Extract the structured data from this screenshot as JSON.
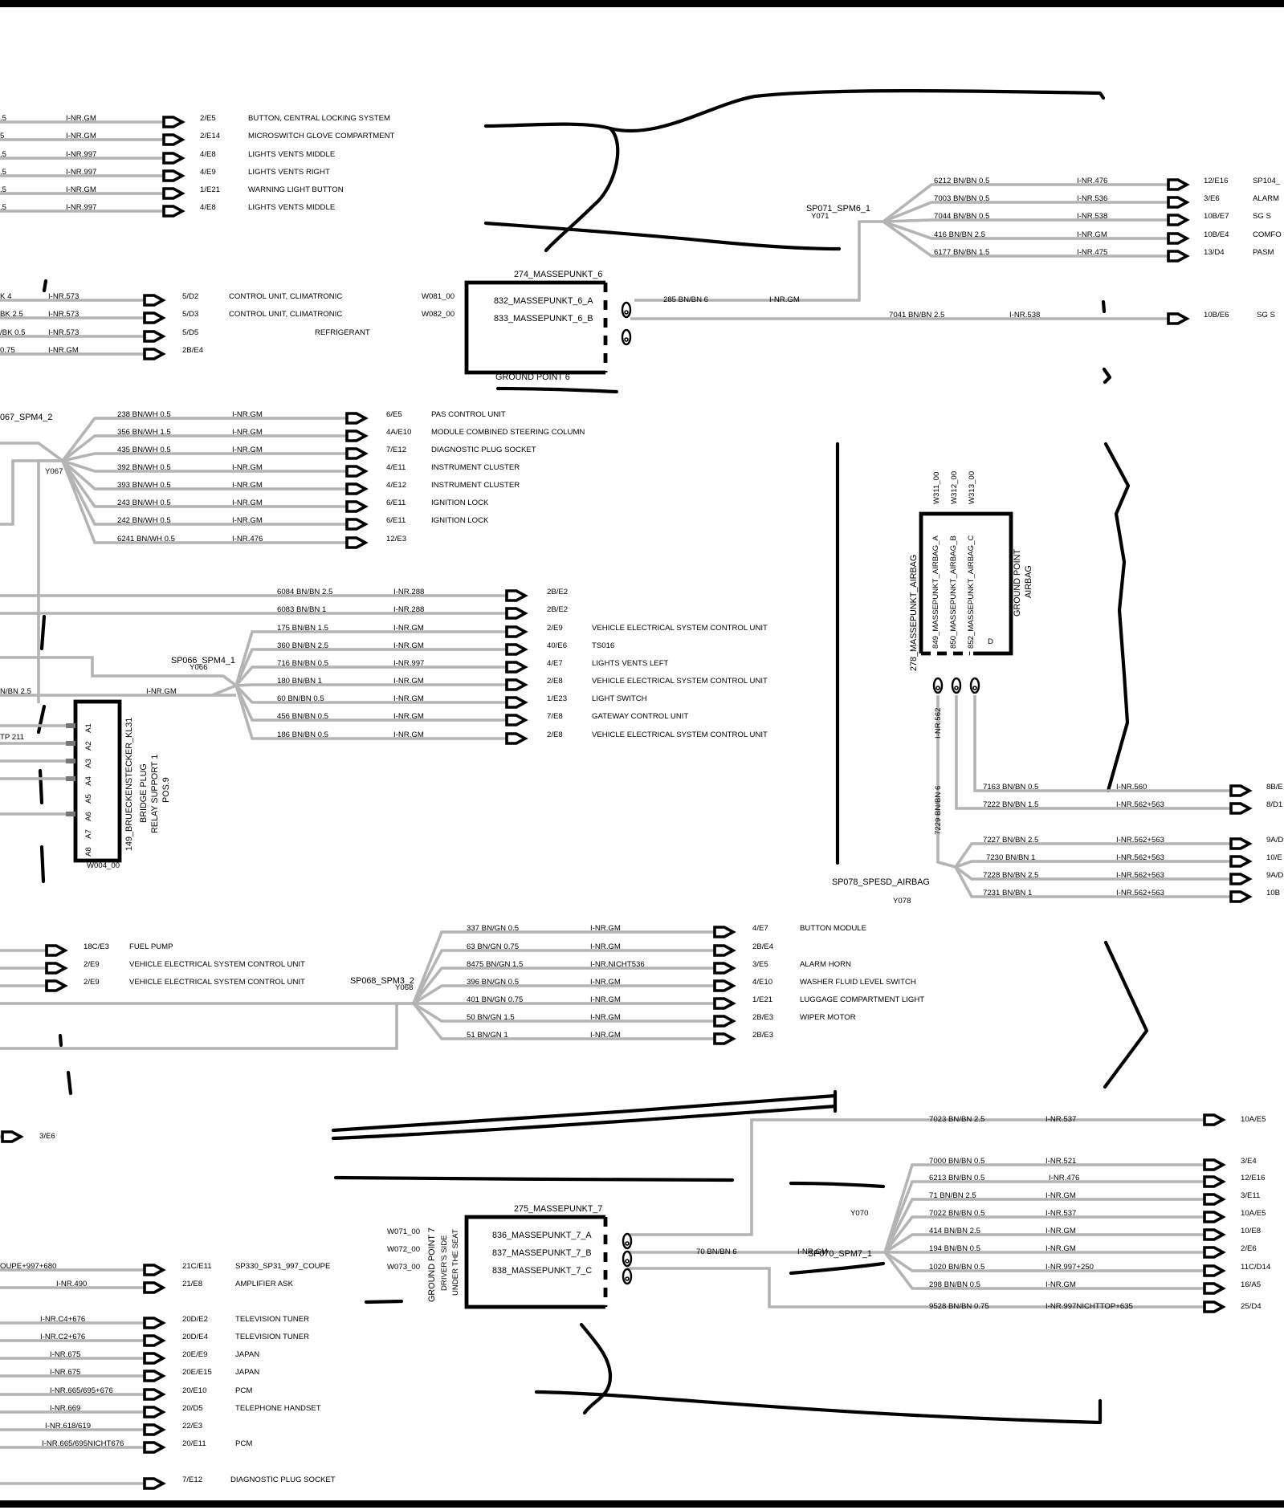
{
  "top_left_rows": [
    {
      "wire": ".5",
      "inr": "I-NR.GM",
      "ref": "2/E5",
      "dest": "BUTTON, CENTRAL LOCKING SYSTEM"
    },
    {
      "wire": "5",
      "inr": "I-NR.GM",
      "ref": "2/E14",
      "dest": "MICROSWITCH  GLOVE COMPARTMENT"
    },
    {
      "wire": ".5",
      "inr": "I-NR.997",
      "ref": "4/E8",
      "dest": "LIGHTS   VENTS  MIDDLE"
    },
    {
      "wire": ".5",
      "inr": "I-NR.997",
      "ref": "4/E9",
      "dest": "LIGHTS   VENTS  RIGHT"
    },
    {
      "wire": ".5",
      "inr": "I-NR.GM",
      "ref": "1/E21",
      "dest": "WARNING LIGHT BUTTON"
    },
    {
      "wire": ".5",
      "inr": "I-NR.997",
      "ref": "4/E8",
      "dest": "LIGHTS   VENTS  MIDDLE"
    }
  ],
  "climatronic_rows": [
    {
      "wire": "K 4",
      "inr": "I-NR.573",
      "ref": "5/D2",
      "dest": "CONTROL UNIT, CLIMATRONIC"
    },
    {
      "wire": "BK 2.5",
      "inr": "I-NR.573",
      "ref": "5/D3",
      "dest": "CONTROL UNIT, CLIMATRONIC"
    },
    {
      "wire": "/BK 0.5",
      "inr": "I-NR.573",
      "ref": "5/D5",
      "dest": "REFRIGERANT"
    },
    {
      "wire": "0.75",
      "inr": "I-NR.GM",
      "ref": "2B/E4",
      "dest": ""
    }
  ],
  "spm6": {
    "label": "SP071_SPM6_1",
    "code": "Y071",
    "rows": [
      {
        "wire": "6212 BN/BN 0.5",
        "inr": "I-NR.476",
        "ref": "12/E16",
        "dest": "SP104_"
      },
      {
        "wire": "7003 BN/BN 0.5",
        "inr": "I-NR.536",
        "ref": "3/E6",
        "dest": "ALARM"
      },
      {
        "wire": "7044 BN/BN 0.5",
        "inr": "I-NR.538",
        "ref": "10B/E7",
        "dest": "SG   S"
      },
      {
        "wire": "416 BN/BN 2.5",
        "inr": "I-NR.GM",
        "ref": "10B/E4",
        "dest": "COMFO"
      },
      {
        "wire": "6177 BN/BN 1.5",
        "inr": "I-NR.475",
        "ref": "13/D4",
        "dest": "PASM"
      }
    ],
    "extra": {
      "wire": "7041 BN/BN 2.5",
      "inr": "I-NR.538",
      "ref": "10B/E6",
      "dest": "SG   S"
    }
  },
  "gp6": {
    "title": "274_MASSEPUNKT_6",
    "a": "832_MASSEPUNKT_6_A",
    "b": "833_MASSEPUNKT_6_B",
    "caption": "GROUND POINT 6",
    "w1": "W081_00",
    "w2": "W082_00",
    "wire": "285 BN/BN 6",
    "inr": "I-NR.GM"
  },
  "spm4_2": {
    "label": "067_SPM4_2",
    "code": "Y067",
    "rows": [
      {
        "wire": "238 BN/WH 0.5",
        "inr": "I-NR.GM",
        "ref": "6/E5",
        "dest": "PAS CONTROL UNIT"
      },
      {
        "wire": "356 BN/WH 1.5",
        "inr": "I-NR.GM",
        "ref": "4A/E10",
        "dest": "MODULE  COMBINED STEERING COLUMN"
      },
      {
        "wire": "435 BN/WH 0.5",
        "inr": "I-NR.GM",
        "ref": "7/E12",
        "dest": "DIAGNOSTIC PLUG SOCKET"
      },
      {
        "wire": "392 BN/WH 0.5",
        "inr": "I-NR.GM",
        "ref": "4/E11",
        "dest": "INSTRUMENT CLUSTER"
      },
      {
        "wire": "393 BN/WH 0.5",
        "inr": "I-NR.GM",
        "ref": "4/E12",
        "dest": "INSTRUMENT CLUSTER"
      },
      {
        "wire": "243 BN/WH 0.5",
        "inr": "I-NR.GM",
        "ref": "6/E11",
        "dest": "IGNITION LOCK"
      },
      {
        "wire": "242 BN/WH 0.5",
        "inr": "I-NR.GM",
        "ref": "6/E11",
        "dest": "IGNITION LOCK"
      },
      {
        "wire": "6241 BN/WH 0.5",
        "inr": "I-NR.476",
        "ref": "12/E3",
        "dest": ""
      }
    ]
  },
  "spm4_1": {
    "label": "SP066_SPM4_1",
    "code": "Y066",
    "top_rows": [
      {
        "wire": "6084 BN/BN 2.5",
        "inr": "I-NR.288",
        "ref": "2B/E2",
        "dest": ""
      },
      {
        "wire": "6083 BN/BN 1",
        "inr": "I-NR.288",
        "ref": "2B/E2",
        "dest": ""
      }
    ],
    "rows": [
      {
        "wire": "175 BN/BN 1.5",
        "inr": "I-NR.GM",
        "ref": "2/E9",
        "dest": "VEHICLE ELECTRICAL SYSTEM  CONTROL UNIT"
      },
      {
        "wire": "360 BN/BN 2.5",
        "inr": "I-NR.GM",
        "ref": "40/E6",
        "dest": "TS016"
      },
      {
        "wire": "716 BN/BN 0.5",
        "inr": "I-NR.997",
        "ref": "4/E7",
        "dest": "LIGHTS   VENTS   LEFT"
      },
      {
        "wire": "180 BN/BN 1",
        "inr": "I-NR.GM",
        "ref": "2/E8",
        "dest": "VEHICLE ELECTRICAL SYSTEM CONTROL UNIT"
      },
      {
        "wire": "60 BN/BN 0.5",
        "inr": "I-NR.GM",
        "ref": "1/E23",
        "dest": "LIGHT SWITCH"
      },
      {
        "wire": "456 BN/BN 0.5",
        "inr": "I-NR.GM",
        "ref": "7/E8",
        "dest": "GATEWAY CONTROL UNIT"
      },
      {
        "wire": "186 BN/BN 0.5",
        "inr": "I-NR.GM",
        "ref": "2/E8",
        "dest": "VEHICLE ELECTRICAL SYSTEM  CONTROL UNIT"
      }
    ],
    "left_wire": "N/BN 2.5",
    "left_inr": "I-NR.GM"
  },
  "bridge": {
    "l1": "149_BRUECKENSTECKER_KL31",
    "l2": "BRIDGE PLUG",
    "l3": "RELAY SUPPORT 1",
    "l4": "POS.9",
    "pins": [
      "A1",
      "A2",
      "A3",
      "A4",
      "A5",
      "A6",
      "A7",
      "A8"
    ],
    "code": "W004_00",
    "tp": "TP 211"
  },
  "airbag": {
    "title": "278_MASSEPUNKT_AIRBAG",
    "a": "849_MASSEPUNKT_AIRBAG_A",
    "b": "850_MASSEPUNKT_AIRBAG_B",
    "c": "852_MASSEPUNKT_AIRBAG_C",
    "cap1": "GROUND POINT",
    "cap2": "AIRBAG",
    "d": "D",
    "w1": "W311_00",
    "w2": "W312_00",
    "w3": "W313_00",
    "v1": "I-NR.562",
    "v2": "7229 BN/BN 6",
    "sp_label": "SP078_SPESD_AIRBAG",
    "sp_code": "Y078",
    "rows": [
      {
        "wire": "7163 BN/BN 0.5",
        "inr": "I-NR.560",
        "ref": "8B/E"
      },
      {
        "wire": "7222 BN/BN 1.5",
        "inr": "I-NR.562+563",
        "ref": "8/D1"
      },
      {
        "wire": "7227 BN/BN 2.5",
        "inr": "I-NR.562+563",
        "ref": "9A/D"
      },
      {
        "wire": "7230 BN/BN 1",
        "inr": "I-NR.562+563",
        "ref": "10/E"
      },
      {
        "wire": "7228 BN/BN 2.5",
        "inr": "I-NR.562+563",
        "ref": "9A/D"
      },
      {
        "wire": "7231 BN/BN 1",
        "inr": "I-NR.562+563",
        "ref": "10B"
      }
    ]
  },
  "left_mid_rows": [
    {
      "ref": "18C/E3",
      "dest": "FUEL PUMP"
    },
    {
      "ref": "2/E9",
      "dest": "VEHICLE ELECTRICAL SYSTEM CONTROL UNIT"
    },
    {
      "ref": "2/E9",
      "dest": "VEHICLE ELECTRICAL SYSTEM  CONTROL UNIT"
    }
  ],
  "spm3": {
    "label": "SP068_SPM3_2",
    "code": "Y068",
    "rows": [
      {
        "wire": "337 BN/GN 0.5",
        "inr": "I-NR.GM",
        "ref": "4/E7",
        "dest": "BUTTON      MODULE"
      },
      {
        "wire": "63 BN/GN 0.75",
        "inr": "I-NR.GM",
        "ref": "2B/E4",
        "dest": ""
      },
      {
        "wire": "8475 BN/GN 1.5",
        "inr": "I-NR.NICHT536",
        "ref": "3/E5",
        "dest": "ALARM HORN"
      },
      {
        "wire": "396 BN/GN 0.5",
        "inr": "I-NR.GM",
        "ref": "4/E10",
        "dest": "WASHER FLUID LEVEL      SWITCH"
      },
      {
        "wire": "401 BN/GN 0.75",
        "inr": "I-NR.GM",
        "ref": "1/E21",
        "dest": "LUGGAGE COMPARTMENT LIGHT"
      },
      {
        "wire": "50 BN/GN 1.5",
        "inr": "I-NR.GM",
        "ref": "2B/E3",
        "dest": "WIPER MOTOR"
      },
      {
        "wire": "51 BN/GN 1",
        "inr": "I-NR.GM",
        "ref": "2B/E3",
        "dest": ""
      }
    ]
  },
  "left_3e6": "3/E6",
  "gp7": {
    "title": "275_MASSEPUNKT_7",
    "a": "836_MASSEPUNKT_7_A",
    "b": "837_MASSEPUNKT_7_B",
    "c": "838_MASSEPUNKT_7_C",
    "cap1": "GROUND POINT 7",
    "cap2": "DRIVER'S SIDE",
    "cap3": "UNDER THE SEAT",
    "w1": "W071_00",
    "w2": "W072_00",
    "w3": "W073_00",
    "wire": "70 BN/BN 6",
    "inr": "I-NR.GM"
  },
  "spm7": {
    "label": "SP070_SPM7_1",
    "code": "Y070",
    "top": {
      "wire": "7023 BN/BN 2.5",
      "inr": "I-NR.537",
      "ref": "10A/E5"
    },
    "rows": [
      {
        "wire": "7000 BN/BN 0.5",
        "inr": "I-NR.521",
        "ref": "3/E4"
      },
      {
        "wire": "6213 BN/BN 0.5",
        "inr": "I-NR.476",
        "ref": "12/E16"
      },
      {
        "wire": "71 BN/BN 2.5",
        "inr": "I-NR.GM",
        "ref": "3/E11"
      },
      {
        "wire": "7022 BN/BN 0.5",
        "inr": "I-NR.537",
        "ref": "10A/E5"
      },
      {
        "wire": "414 BN/BN 2.5",
        "inr": "I-NR.GM",
        "ref": "10/E8"
      },
      {
        "wire": "194 BN/BN 0.5",
        "inr": "I-NR.GM",
        "ref": "2/E6"
      },
      {
        "wire": "1020 BN/BN 0.5",
        "inr": "I-NR.997+250",
        "ref": "11C/D14"
      },
      {
        "wire": "298 BN/BN 0.5",
        "inr": "I-NR.GM",
        "ref": "16/A5"
      }
    ],
    "bottom": {
      "wire": "9528 BN/BN 0.75",
      "inr": "I-NR.997NICHTTOP+635",
      "ref": "25/D4"
    }
  },
  "bottom_left_rows": [
    {
      "inr": "OUPE+997+680",
      "ref": "21C/E11",
      "dest": "SP330_SP31_997_COUPE"
    },
    {
      "inr": "I-NR.490",
      "ref": "21/E8",
      "dest": "AMPLIFIER           ASK"
    },
    {
      "inr": "I-NR.C4+676",
      "ref": "20D/E2",
      "dest": "TELEVISION TUNER"
    },
    {
      "inr": "I-NR.C2+676",
      "ref": "20D/E4",
      "dest": "TELEVISION TUNER"
    },
    {
      "inr": "I-NR.675",
      "ref": "20E/E9",
      "dest": "JAPAN"
    },
    {
      "inr": "I-NR.675",
      "ref": "20E/E15",
      "dest": "JAPAN"
    },
    {
      "inr": "I-NR.665/695+676",
      "ref": "20/E10",
      "dest": "PCM"
    },
    {
      "inr": "I-NR.669",
      "ref": "20/D5",
      "dest": "TELEPHONE HANDSET"
    },
    {
      "inr": "I-NR.618/619",
      "ref": "22/E3",
      "dest": ""
    },
    {
      "inr": "I-NR.665/695NICHT676",
      "ref": "20/E11",
      "dest": "PCM"
    },
    {
      "inr": "",
      "ref": "7/E12",
      "dest": "DIAGNOSTIC PLUG SOCKET"
    }
  ]
}
